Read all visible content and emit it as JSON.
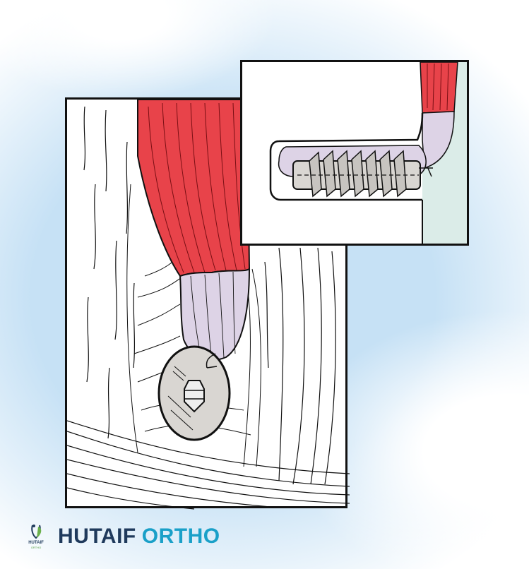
{
  "figure": {
    "subject": "Tendon fixation with interference screw",
    "main_panel": "Tendon (red muscle, lavender tendon) passed through bone tunnel and secured with interference screw",
    "inset_panel": "Cross-section: tendon looped in bone tunnel with threaded interference screw",
    "colors": {
      "background_blue": "#c6e1f5",
      "muscle_red": "#e8434a",
      "tendon_lavender": "#ddd3e6",
      "screw_gray": "#d9d6d2",
      "bone_tint": "#dbece8",
      "outline": "#111111"
    }
  },
  "branding": {
    "logo_icon": "hutaif-ortho-logo-icon",
    "logo_text": "HUTAIF",
    "logo_subtext": "ORTHO",
    "name_part1": "HUTAIF",
    "name_part2": "ORTHO",
    "color_part1": "#1f3a5c",
    "color_part2": "#1aa0c8"
  }
}
